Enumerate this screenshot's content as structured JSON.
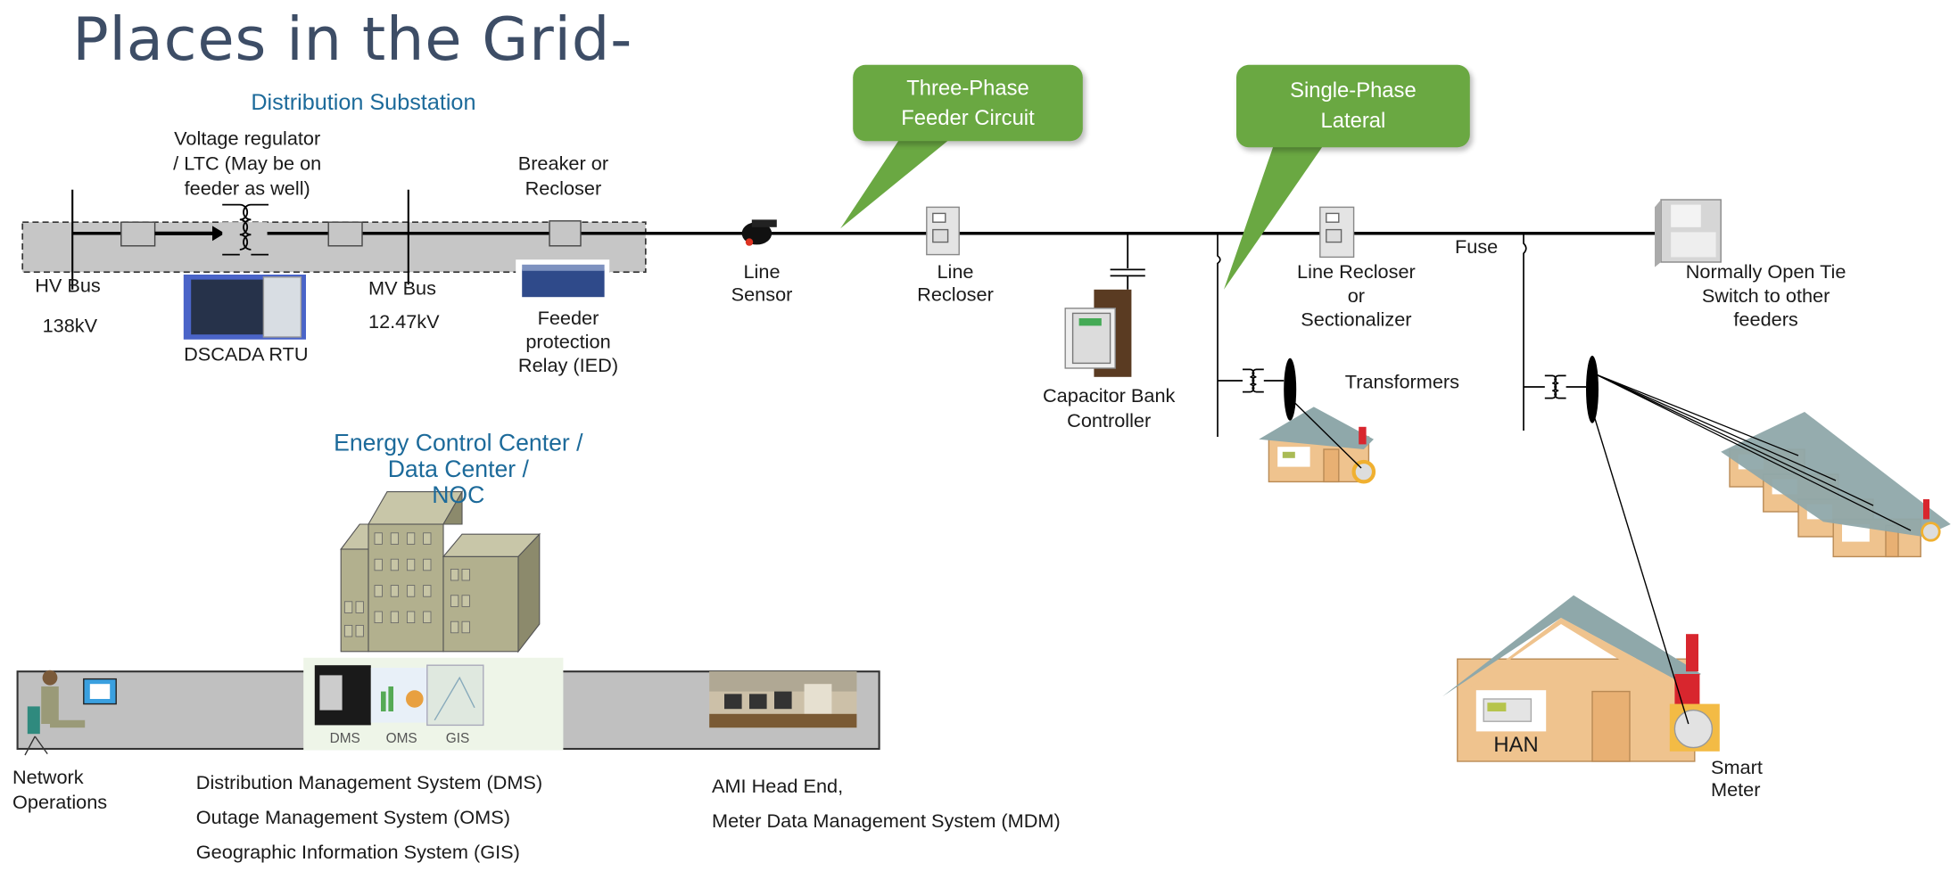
{
  "title": "Places in the Grid-",
  "substation": {
    "heading": "Distribution Substation",
    "voltage_regulator": [
      "Voltage regulator",
      "/ LTC (May be on",
      "feeder as well)"
    ],
    "breaker": [
      "Breaker or",
      "Recloser"
    ],
    "hv_bus": "HV Bus",
    "hv_voltage": "138kV",
    "mv_bus": "MV Bus",
    "mv_voltage": "12.47kV",
    "rtu": "DSCADA RTU",
    "relay": [
      "Feeder",
      "protection",
      "Relay (IED)"
    ]
  },
  "feeder": {
    "line_sensor": [
      "Line",
      "Sensor"
    ],
    "line_recloser": [
      "Line",
      "Recloser"
    ],
    "callout_three_phase": [
      "Three-Phase",
      "Feeder Circuit"
    ],
    "callout_single_phase": [
      "Single-Phase",
      "Lateral"
    ],
    "capacitor": [
      "Capacitor Bank",
      "Controller"
    ],
    "sectionalizer": [
      "Line Recloser",
      "or",
      "Sectionalizer"
    ],
    "fuse": "Fuse",
    "tie_switch": [
      "Normally Open Tie",
      "Switch to other",
      "feeders"
    ],
    "transformers": "Transformers"
  },
  "home": {
    "han": "HAN",
    "smart_meter": [
      "Smart",
      "Meter"
    ]
  },
  "control_center": {
    "heading": [
      "Energy Control Center /",
      "Data Center /",
      "NOC"
    ],
    "screens": [
      "DMS",
      "OMS",
      "GIS"
    ],
    "network_ops": [
      "Network",
      "Operations"
    ],
    "systems": [
      "Distribution Management System (DMS)",
      "Outage Management System (OMS)",
      "Geographic Information System (GIS)"
    ],
    "ami": [
      "AMI Head End,",
      "Meter Data Management System (MDM)"
    ]
  },
  "colors": {
    "callout": "#6aa842",
    "heading_blue": "#1c6a9a",
    "title": "#3d4d66",
    "house_wall": "#efc38e",
    "roof": "#8fa8aa",
    "chimney": "#d8262e",
    "building": "#b2b08e"
  }
}
